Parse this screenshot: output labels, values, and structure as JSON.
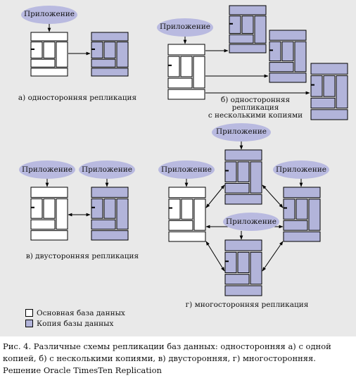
{
  "colors": {
    "panel": "#e9e9e9",
    "primary_db": "#ffffff",
    "replica_db": "#b2b4da",
    "app_ellipse": "#b9bae0",
    "stroke": "#000000"
  },
  "app_label": "Приложение",
  "captions": {
    "a": "а) односторонняя репликация",
    "b": [
      "б) односторонняя",
      "репликация",
      "с несколькими копиями"
    ],
    "v": "в) двусторонняя репликация",
    "g": "г) многосторонняя репликация"
  },
  "legend": {
    "primary": "Основная база данных",
    "replica": "Копия базы данных"
  },
  "figure_caption": "Рис. 4. Различные схемы репликации баз данных: односторонняя а) с одной копией, б) с несколькими копиями, в) двусторонняя, г) многосторонняя. Решение Oracle TimesTen Replication"
}
